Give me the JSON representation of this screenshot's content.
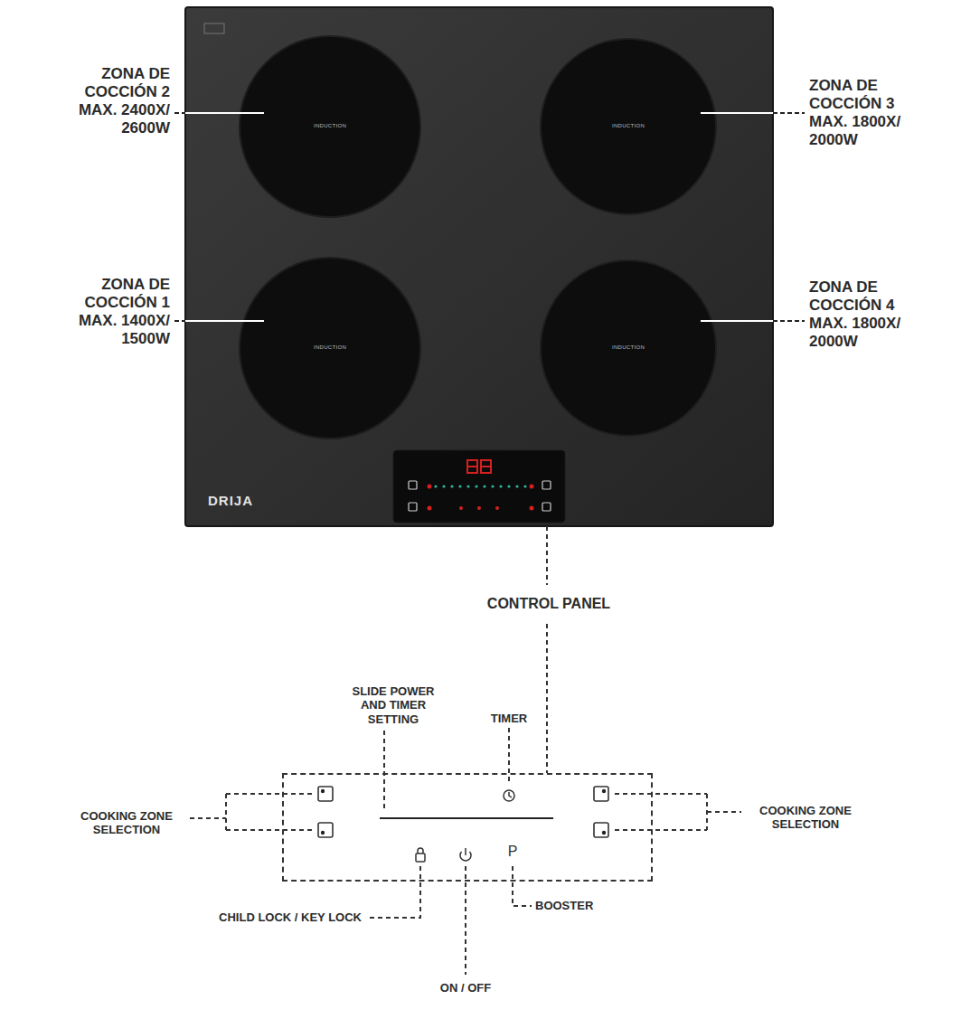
{
  "diagram": {
    "nodes": [
      {
        "text": [
          "DRIJA"
        ]
      },
      {
        "text": [
          "INDUCTION"
        ],
        "in": 0
      },
      {
        "text": [
          "INDUCTION"
        ],
        "in": 0
      },
      {
        "text": [
          "INDUCTION"
        ],
        "in": 0
      },
      {
        "text": [
          "INDUCTION"
        ],
        "in": 0
      },
      {
        "text": [
          "CONTROL PANEL"
        ]
      }
    ],
    "edges": [
      {
        "from": 0,
        "to": 5,
        "arrow": "none"
      }
    ],
    "labels": [
      "ZONA DE COCCIÓN 2 MAX. 2400X/ 2600W",
      "ZONA DE COCCIÓN 3 MAX. 1800X/ 2000W",
      "ZONA DE COCCIÓN 1 MAX. 1400X/ 1500W",
      "ZONA DE COCCIÓN 4 MAX. 1800X/ 2000W",
      "SLIDE POWER AND TIMER SETTING",
      "TIMER",
      "COOKING ZONE SELECTION",
      "COOKING ZONE SELECTION",
      "P",
      "CHILD LOCK / KEY LOCK",
      "BOOSTER",
      "ON / OFF"
    ]
  }
}
